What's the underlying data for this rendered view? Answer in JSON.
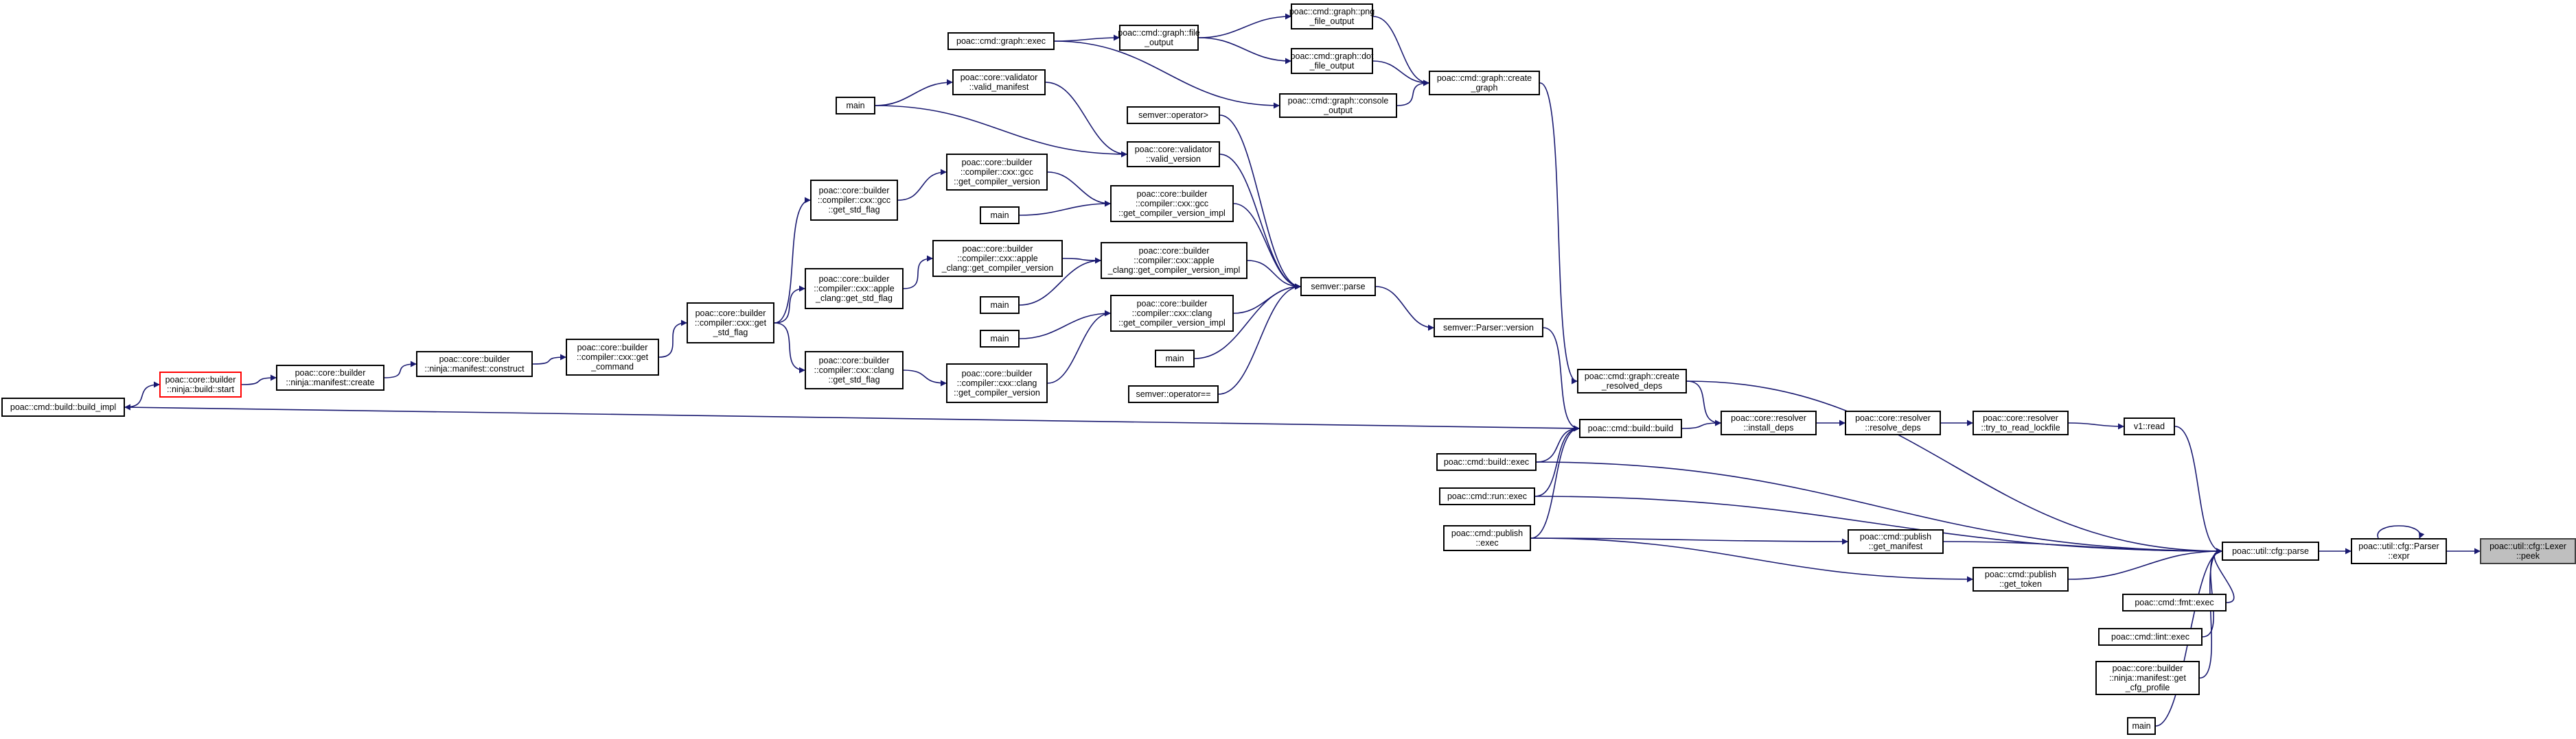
{
  "graph": {
    "edge_color": "#191970",
    "target_fill": "#bfbfbf",
    "highlight_border": "#ff0000",
    "nodes": [
      {
        "id": "lexer_peek",
        "lines": [
          "poac::util::cfg::Lexer",
          "::peek"
        ],
        "current": true
      },
      {
        "id": "parser_expr",
        "lines": [
          "poac::util::cfg::Parser",
          "::expr"
        ]
      },
      {
        "id": "cfg_parse",
        "lines": [
          "poac::util::cfg::parse"
        ]
      },
      {
        "id": "v1_read",
        "lines": [
          "v1::read"
        ]
      },
      {
        "id": "try_read_lockfile",
        "lines": [
          "poac::core::resolver",
          "::try_to_read_lockfile"
        ]
      },
      {
        "id": "resolve_deps",
        "lines": [
          "poac::core::resolver",
          "::resolve_deps"
        ]
      },
      {
        "id": "install_deps",
        "lines": [
          "poac::core::resolver",
          "::install_deps"
        ]
      },
      {
        "id": "create_resolved_deps",
        "lines": [
          "poac::cmd::graph::create",
          "_resolved_deps"
        ]
      },
      {
        "id": "build_build",
        "lines": [
          "poac::cmd::build::build"
        ]
      },
      {
        "id": "build_exec",
        "lines": [
          "poac::cmd::build::exec"
        ]
      },
      {
        "id": "run_exec",
        "lines": [
          "poac::cmd::run::exec"
        ]
      },
      {
        "id": "publish_exec",
        "lines": [
          "poac::cmd::publish",
          "::exec"
        ]
      },
      {
        "id": "publish_get_manifest",
        "lines": [
          "poac::cmd::publish",
          "::get_manifest"
        ]
      },
      {
        "id": "publish_get_token",
        "lines": [
          "poac::cmd::publish",
          "::get_token"
        ]
      },
      {
        "id": "fmt_exec",
        "lines": [
          "poac::cmd::fmt::exec"
        ]
      },
      {
        "id": "lint_exec",
        "lines": [
          "poac::cmd::lint::exec"
        ]
      },
      {
        "id": "ninja_get_cfg_profile",
        "lines": [
          "poac::core::builder",
          "::ninja::manifest::get",
          "_cfg_profile"
        ]
      },
      {
        "id": "main_cfg",
        "lines": [
          "main"
        ]
      },
      {
        "id": "build_impl",
        "lines": [
          "poac::cmd::build::build_impl"
        ]
      },
      {
        "id": "ninja_build_start",
        "lines": [
          "poac::core::builder",
          "::ninja::build::start"
        ],
        "highlight": true
      },
      {
        "id": "ninja_manifest_create",
        "lines": [
          "poac::core::builder",
          "::ninja::manifest::create"
        ]
      },
      {
        "id": "ninja_manifest_construct",
        "lines": [
          "poac::core::builder",
          "::ninja::manifest::construct"
        ]
      },
      {
        "id": "cxx_get_command",
        "lines": [
          "poac::core::builder",
          "::compiler::cxx::get",
          "_command"
        ]
      },
      {
        "id": "cxx_get_std_flag",
        "lines": [
          "poac::core::builder",
          "::compiler::cxx::get",
          "_std_flag"
        ]
      },
      {
        "id": "gcc_get_std_flag",
        "lines": [
          "poac::core::builder",
          "::compiler::cxx::gcc",
          "::get_std_flag"
        ]
      },
      {
        "id": "apple_get_std_flag",
        "lines": [
          "poac::core::builder",
          "::compiler::cxx::apple",
          "_clang::get_std_flag"
        ]
      },
      {
        "id": "clang_get_std_flag",
        "lines": [
          "poac::core::builder",
          "::compiler::cxx::clang",
          "::get_std_flag"
        ]
      },
      {
        "id": "gcc_get_compiler_version",
        "lines": [
          "poac::core::builder",
          "::compiler::cxx::gcc",
          "::get_compiler_version"
        ]
      },
      {
        "id": "apple_get_compiler_version",
        "lines": [
          "poac::core::builder",
          "::compiler::cxx::apple",
          "_clang::get_compiler_version"
        ]
      },
      {
        "id": "clang_get_compiler_version",
        "lines": [
          "poac::core::builder",
          "::compiler::cxx::clang",
          "::get_compiler_version"
        ]
      },
      {
        "id": "main_gcc",
        "lines": [
          "main"
        ]
      },
      {
        "id": "main_apple",
        "lines": [
          "main"
        ]
      },
      {
        "id": "main_clang",
        "lines": [
          "main"
        ]
      },
      {
        "id": "main_clang2",
        "lines": [
          "main"
        ]
      },
      {
        "id": "main_validator",
        "lines": [
          "main"
        ]
      },
      {
        "id": "gcc_get_compiler_version_impl",
        "lines": [
          "poac::core::builder",
          "::compiler::cxx::gcc",
          "::get_compiler_version_impl"
        ]
      },
      {
        "id": "apple_get_compiler_version_impl",
        "lines": [
          "poac::core::builder",
          "::compiler::cxx::apple",
          "_clang::get_compiler_version_impl"
        ]
      },
      {
        "id": "clang_get_compiler_version_impl",
        "lines": [
          "poac::core::builder",
          "::compiler::cxx::clang",
          "::get_compiler_version_impl"
        ]
      },
      {
        "id": "semver_parse",
        "lines": [
          "semver::parse"
        ]
      },
      {
        "id": "semver_parser_version",
        "lines": [
          "semver::Parser::version"
        ]
      },
      {
        "id": "semver_operator_gt",
        "lines": [
          "semver::operator>"
        ]
      },
      {
        "id": "semver_operator_eq",
        "lines": [
          "semver::operator=="
        ]
      },
      {
        "id": "valid_version",
        "lines": [
          "poac::core::validator",
          "::valid_version"
        ]
      },
      {
        "id": "valid_manifest",
        "lines": [
          "poac::core::validator",
          "::valid_manifest"
        ]
      },
      {
        "id": "graph_exec",
        "lines": [
          "poac::cmd::graph::exec"
        ]
      },
      {
        "id": "graph_file_output",
        "lines": [
          "poac::cmd::graph::file",
          "_output"
        ]
      },
      {
        "id": "graph_png_file_output",
        "lines": [
          "poac::cmd::graph::png",
          "_file_output"
        ]
      },
      {
        "id": "graph_dot_file_output",
        "lines": [
          "poac::cmd::graph::dot",
          "_file_output"
        ]
      },
      {
        "id": "graph_console_output",
        "lines": [
          "poac::cmd::graph::console",
          "_output"
        ]
      },
      {
        "id": "graph_create_graph",
        "lines": [
          "poac::cmd::graph::create",
          "_graph"
        ]
      }
    ]
  }
}
